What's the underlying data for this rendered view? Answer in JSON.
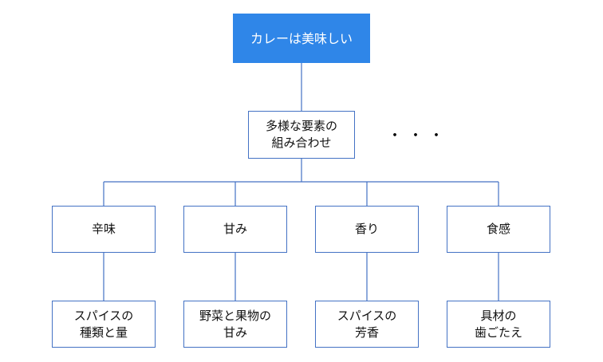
{
  "root": {
    "label": "カレーは美味しい"
  },
  "middle": {
    "label": "多様な要素の\n組み合わせ"
  },
  "ellipsis": "・・・",
  "categories": [
    {
      "label": "辛味",
      "detail": "スパイスの\n種類と量"
    },
    {
      "label": "甘み",
      "detail": "野菜と果物の\n甘み"
    },
    {
      "label": "香り",
      "detail": "スパイスの\n芳香"
    },
    {
      "label": "食感",
      "detail": "具材の\n歯ごたえ"
    }
  ],
  "colors": {
    "root_fill": "#2f86e8",
    "line": "#4472c4"
  }
}
